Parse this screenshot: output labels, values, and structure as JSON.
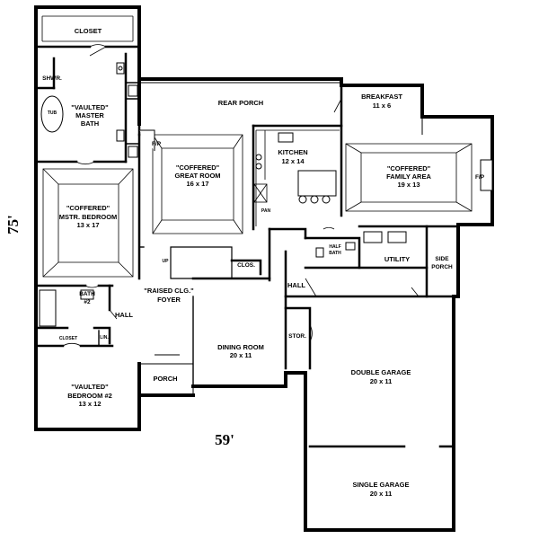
{
  "dimensions": {
    "width": "59'",
    "depth": "75'"
  },
  "rooms": {
    "closet": "CLOSET",
    "shwr": "SHWR.",
    "tub": "TUB",
    "master_bath": [
      "\"VAULTED\"",
      "MASTER",
      "BATH"
    ],
    "rear_porch": "REAR PORCH",
    "breakfast": [
      "BREAKFAST",
      "11 x 6"
    ],
    "great_room": [
      "\"COFFERED\"",
      "GREAT ROOM",
      "16 x 17"
    ],
    "fp_great": "F/P",
    "kitchen": [
      "KITCHEN",
      "12 x 14"
    ],
    "pan": "PAN",
    "family_area": [
      "\"COFFERED\"",
      "FAMILY AREA",
      "19 x 13"
    ],
    "fp_family": "F/P",
    "master_bedroom": [
      "\"COFFERED\"",
      "MSTR. BEDROOM",
      "13 x 17"
    ],
    "half_bath": [
      "HALF",
      "BATH"
    ],
    "utility": "UTILITY",
    "side_porch": [
      "SIDE",
      "PORCH"
    ],
    "up": "UP",
    "clos": "CLOS.",
    "bath2": [
      "BATH",
      "#2"
    ],
    "raised_foyer": [
      "\"RAISED CLG.\"",
      "FOYER"
    ],
    "hall_left": "HALL",
    "hall_right": "HALL",
    "lin": "LIN.",
    "closet_small": "CLOSET",
    "stor": "STOR.",
    "dining_room": [
      "DINING ROOM",
      "20 x 11"
    ],
    "bedroom2": [
      "\"VAULTED\"",
      "BEDROOM #2",
      "13 x 12"
    ],
    "porch": "PORCH",
    "double_garage": [
      "DOUBLE GARAGE",
      "20 x 11"
    ],
    "single_garage": [
      "SINGLE GARAGE",
      "20 x 11"
    ]
  }
}
